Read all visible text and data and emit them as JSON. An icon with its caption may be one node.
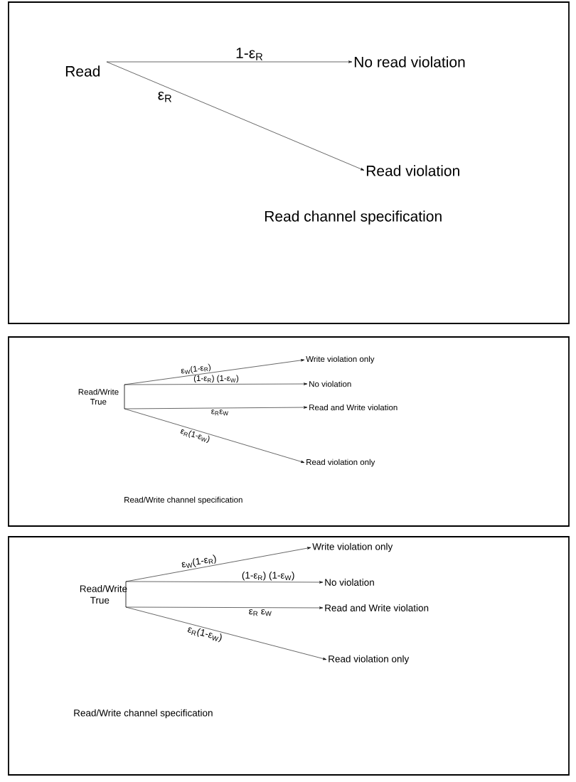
{
  "diagram": {
    "nodes": [
      {
        "text": [
          "Read channel specification"
        ]
      },
      {
        "text": [
          "Read"
        ],
        "in": 0
      },
      {
        "text": [
          "No read violation"
        ],
        "in": 0
      },
      {
        "text": [
          "Read violation"
        ],
        "in": 0
      },
      {
        "text": [
          "Read/Write channel specification"
        ]
      },
      {
        "text": [
          "Read/Write True"
        ],
        "in": 4
      },
      {
        "text": [
          "Write violation only"
        ],
        "in": 4
      },
      {
        "text": [
          "No violation"
        ],
        "in": 4
      },
      {
        "text": [
          "Read and Write violation"
        ],
        "in": 4
      },
      {
        "text": [
          "Read violation only"
        ],
        "in": 4
      },
      {
        "text": [
          "Read/Write channel specification"
        ]
      },
      {
        "text": [
          "Read/Write True"
        ],
        "in": 10
      },
      {
        "text": [
          "Write violation only"
        ],
        "in": 10
      },
      {
        "text": [
          "No violation"
        ],
        "in": 10
      },
      {
        "text": [
          "Read and Write violation"
        ],
        "in": 10
      },
      {
        "text": [
          "Read violation only"
        ],
        "in": 10
      }
    ],
    "edges": [
      {
        "from": 1,
        "to": 2,
        "arrow": "to",
        "label": "1-ε$_{R}$"
      },
      {
        "from": 1,
        "to": 3,
        "arrow": "to",
        "label": "ε$_{R}$"
      },
      {
        "from": 5,
        "to": 6,
        "arrow": "to",
        "label": "ε$_{W}$(1-ε$_{R}$)"
      },
      {
        "from": 5,
        "to": 7,
        "arrow": "to",
        "label": "(1-ε$_{R}$) (1-ε$_{W}$)"
      },
      {
        "from": 5,
        "to": 8,
        "arrow": "to",
        "label": "ε$_{R}$ε$_{W}$"
      },
      {
        "from": 5,
        "to": 9,
        "arrow": "to",
        "label": "ε$_{R}$(1-ε$_{W}$)"
      },
      {
        "from": 11,
        "to": 12,
        "arrow": "to",
        "label": "ε$_{W}$(1-ε$_{R}$)"
      },
      {
        "from": 11,
        "to": 13,
        "arrow": "to",
        "label": "(1-ε$_{R}$) (1-ε$_{W}$)"
      },
      {
        "from": 11,
        "to": 14,
        "arrow": "to",
        "label": "ε$_{R}$ ε$_{W}$"
      },
      {
        "from": 11,
        "to": 15,
        "arrow": "to",
        "label": "ε$_{R}$(1-ε$_{W}$)"
      }
    ]
  }
}
